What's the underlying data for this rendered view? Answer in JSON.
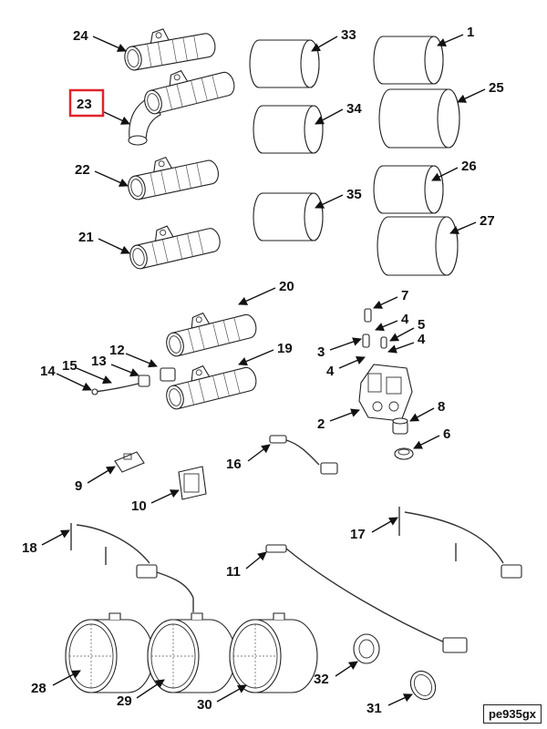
{
  "reference_code": "pe935gx",
  "highlighted_callout": "23",
  "highlight_color": "#e0242b",
  "callouts": {
    "c1": "1",
    "c2": "2",
    "c3": "3",
    "c4a": "4",
    "c4b": "4",
    "c4c": "4",
    "c5": "5",
    "c6": "6",
    "c7": "7",
    "c8": "8",
    "c9": "9",
    "c10": "10",
    "c11": "11",
    "c12": "12",
    "c13": "13",
    "c14": "14",
    "c15": "15",
    "c16": "16",
    "c17": "17",
    "c18": "18",
    "c19": "19",
    "c20": "20",
    "c21": "21",
    "c22": "22",
    "c23": "23",
    "c24": "24",
    "c25": "25",
    "c26": "26",
    "c27": "27",
    "c28": "28",
    "c29": "29",
    "c30": "30",
    "c31": "31",
    "c32": "32",
    "c33": "33",
    "c34": "34",
    "c35": "35"
  }
}
